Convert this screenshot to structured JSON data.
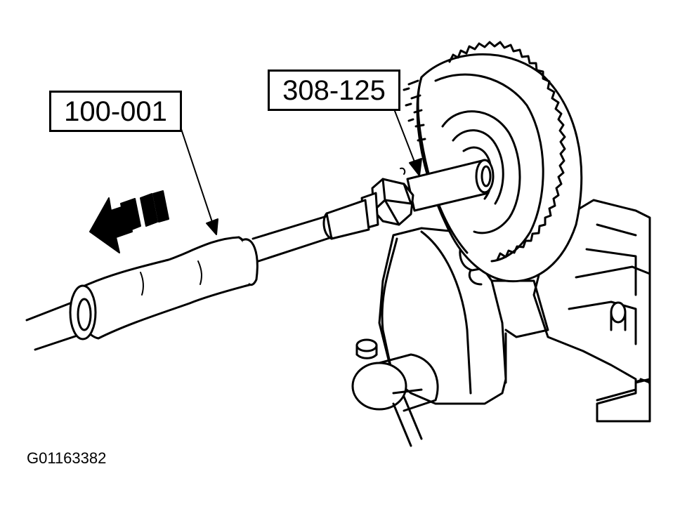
{
  "callouts": {
    "slide_hammer": "100-001",
    "remover": "308-125"
  },
  "figure_id": "G01163382",
  "colors": {
    "ink": "#000000",
    "paper": "#ffffff"
  },
  "icons": {
    "pull_direction": "arrow-left-icon"
  }
}
